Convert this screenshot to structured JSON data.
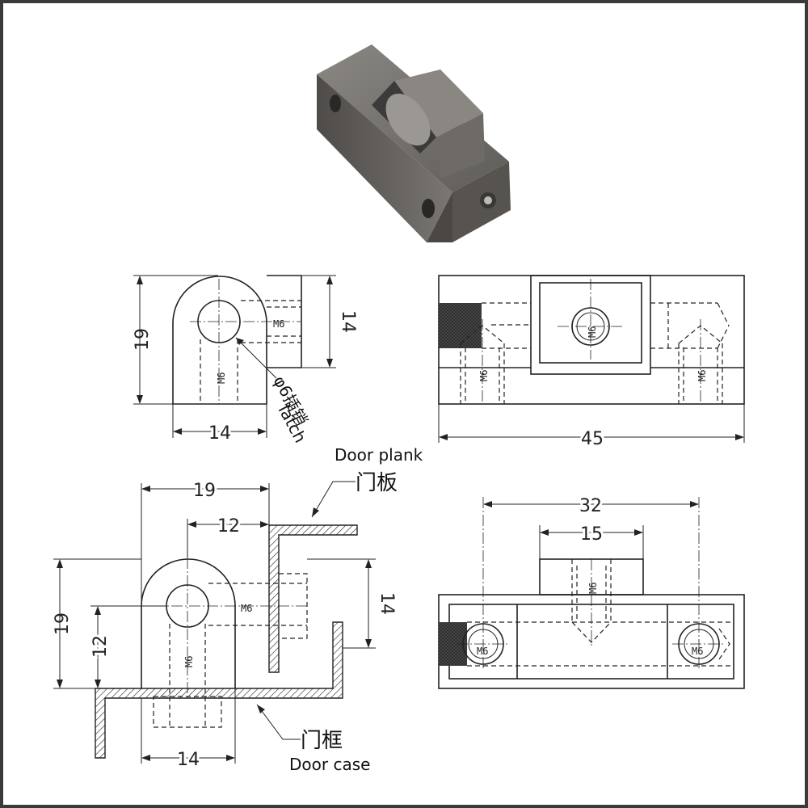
{
  "labels": {
    "latch_size": "φ6插销",
    "latch_en": "latch",
    "door_plank_en": "Door plank",
    "door_plank_cn": "门板",
    "door_case_cn": "门框",
    "door_case_en": "Door case",
    "thread": "M6"
  },
  "dims": {
    "side_height": "19",
    "side_inner_height": "14",
    "side_width": "14",
    "front_length": "45",
    "install_width": "19",
    "install_pin_offset": "12",
    "install_height": "19",
    "install_pin_height": "12",
    "install_inner_height": "14",
    "install_base_width": "14",
    "bottom_hole_spacing": "32",
    "bottom_block_width": "15"
  },
  "colors": {
    "line": "#222222",
    "metal": "#6f6c68",
    "knurl": "#2b2b2b",
    "frame": "#3a3a3a"
  }
}
